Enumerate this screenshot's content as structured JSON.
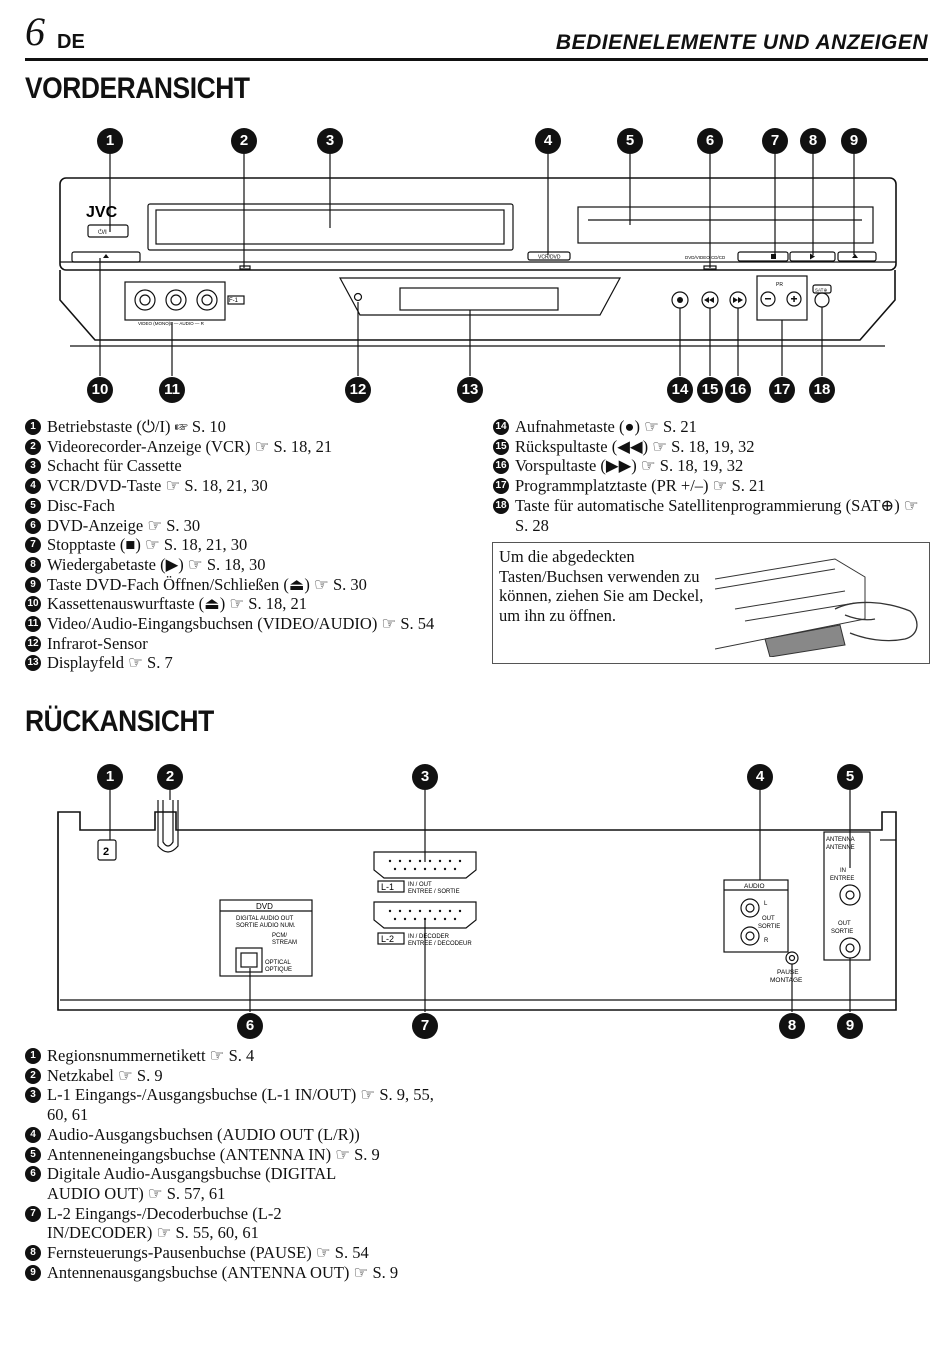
{
  "header": {
    "page_number": "6",
    "language": "DE",
    "title": "BEDIENELEMENTE UND ANZEIGEN"
  },
  "front": {
    "title": "VORDERANSICHT",
    "callouts_top": [
      "1",
      "2",
      "3",
      "4",
      "5",
      "6",
      "7",
      "8",
      "9"
    ],
    "callouts_bottom": [
      "10",
      "11",
      "12",
      "13",
      "14",
      "15",
      "16",
      "17",
      "18"
    ],
    "labels": {
      "brand": "JVC",
      "power": "⏻/I",
      "vcr_dvd": "VCR/DVD",
      "dvd_vcr": "DVD/VIDEO CD/CD",
      "f1": "F-1",
      "jacks": "VIDEO (MONO)L — AUDIO — R",
      "pr": "PR",
      "sat": "SAT⊕"
    },
    "items_left": [
      {
        "n": "1",
        "text": "Betriebstaste (⏻/I) ☞ S. 10"
      },
      {
        "n": "2",
        "text": "Videorecorder-Anzeige (VCR) ☞ S. 18, 21"
      },
      {
        "n": "3",
        "text": "Schacht für Cassette"
      },
      {
        "n": "4",
        "text": "VCR/DVD-Taste ☞ S. 18, 21, 30"
      },
      {
        "n": "5",
        "text": "Disc-Fach"
      },
      {
        "n": "6",
        "text": "DVD-Anzeige ☞ S. 30"
      },
      {
        "n": "7",
        "text": "Stopptaste (■) ☞ S. 18, 21, 30"
      },
      {
        "n": "8",
        "text": "Wiedergabetaste (▶) ☞ S. 18, 30"
      },
      {
        "n": "9",
        "text": "Taste DVD-Fach Öffnen/Schließen (⏏) ☞ S. 30"
      },
      {
        "n": "10",
        "text": "Kassettenauswurftaste (⏏) ☞ S. 18, 21"
      },
      {
        "n": "11",
        "text": "Video/Audio-Eingangsbuchsen (VIDEO/AUDIO) ☞ S. 54"
      },
      {
        "n": "12",
        "text": "Infrarot-Sensor"
      },
      {
        "n": "13",
        "text": "Displayfeld ☞ S. 7"
      }
    ],
    "items_right": [
      {
        "n": "14",
        "text": "Aufnahmetaste (●) ☞ S. 21"
      },
      {
        "n": "15",
        "text": "Rückspultaste (◀◀) ☞ S. 18, 19, 32"
      },
      {
        "n": "16",
        "text": "Vorspultaste (▶▶) ☞ S. 18, 19, 32"
      },
      {
        "n": "17",
        "text": "Programmplatztaste (PR +/–) ☞ S. 21"
      },
      {
        "n": "18",
        "text": "Taste für automatische Satellitenprogrammierung (SAT⊕) ☞ S. 28"
      }
    ],
    "note": "Um die abgedeckten Tasten/Buchsen verwenden zu können, ziehen Sie am Deckel, um ihn zu öffnen."
  },
  "rear": {
    "title": "RÜCKANSICHT",
    "callouts_top": [
      "1",
      "2",
      "3",
      "4",
      "5"
    ],
    "callouts_bottom": [
      "6",
      "7",
      "8",
      "9"
    ],
    "labels": {
      "region": "2",
      "l1": "L-1",
      "l1_desc": "IN / OUT",
      "l1_desc2": "ENTREE / SORTIE",
      "l2": "L-2",
      "l2_desc": "IN / DECODER",
      "l2_desc2": "ENTREE / DECODEUR",
      "dvd": "DVD",
      "dao1": "DIGITAL AUDIO OUT",
      "dao2": "SORTIE AUDIO NUM.",
      "pcm1": "PCM/",
      "pcm2": "STREAM",
      "opt1": "OPTICAL",
      "opt2": "OPTIQUE",
      "audio": "AUDIO",
      "aL": "L",
      "aOut": "OUT",
      "aSortie": "SORTIE",
      "aR": "R",
      "pause1": "PAUSE",
      "pause2": "MONTAGE",
      "ant1": "ANTENNA",
      "ant2": "ANTENNE",
      "in1": "IN",
      "in2": "ENTREE",
      "out1": "OUT",
      "out2": "SORTIE"
    },
    "items": [
      {
        "n": "1",
        "text": "Regionsnummernetikett ☞ S. 4"
      },
      {
        "n": "2",
        "text": "Netzkabel ☞ S. 9"
      },
      {
        "n": "3",
        "text": "L-1 Eingangs-/Ausgangsbuchse (L-1 IN/OUT) ☞ S. 9, 55, 60, 61"
      },
      {
        "n": "4",
        "text": "Audio-Ausgangsbuchsen (AUDIO OUT (L/R))"
      },
      {
        "n": "5",
        "text": "Antenneneingangsbuchse (ANTENNA IN) ☞ S. 9"
      },
      {
        "n": "6",
        "text": "Digitale Audio-Ausgangsbuchse (DIGITAL AUDIO OUT) ☞ S. 57, 61"
      },
      {
        "n": "7",
        "text": "L-2 Eingangs-/Decoderbuchse (L-2 IN/DECODER) ☞ S. 55, 60, 61"
      },
      {
        "n": "8",
        "text": "Fernsteuerungs-Pausenbuchse (PAUSE) ☞ S. 54"
      },
      {
        "n": "9",
        "text": "Antennenausgangsbuchse (ANTENNA OUT) ☞ S. 9"
      }
    ]
  }
}
